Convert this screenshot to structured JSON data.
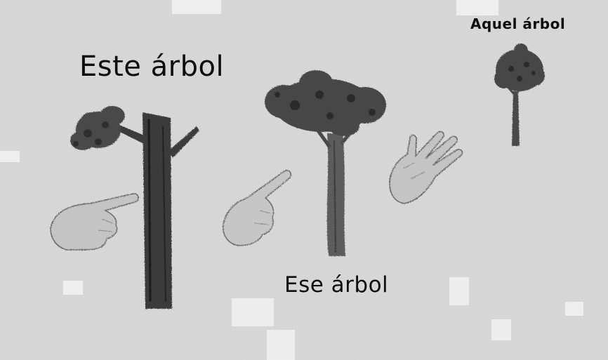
{
  "labels": {
    "este": "Este árbol",
    "ese": "Ese árbol",
    "aquel": "Aquel árbol"
  },
  "colors": {
    "background": "#d9d9d9",
    "trunk": "#3a3a3a",
    "foliage": "#4a4a4a",
    "hand": "#bdbdbd",
    "text": "#0e0e0e"
  }
}
